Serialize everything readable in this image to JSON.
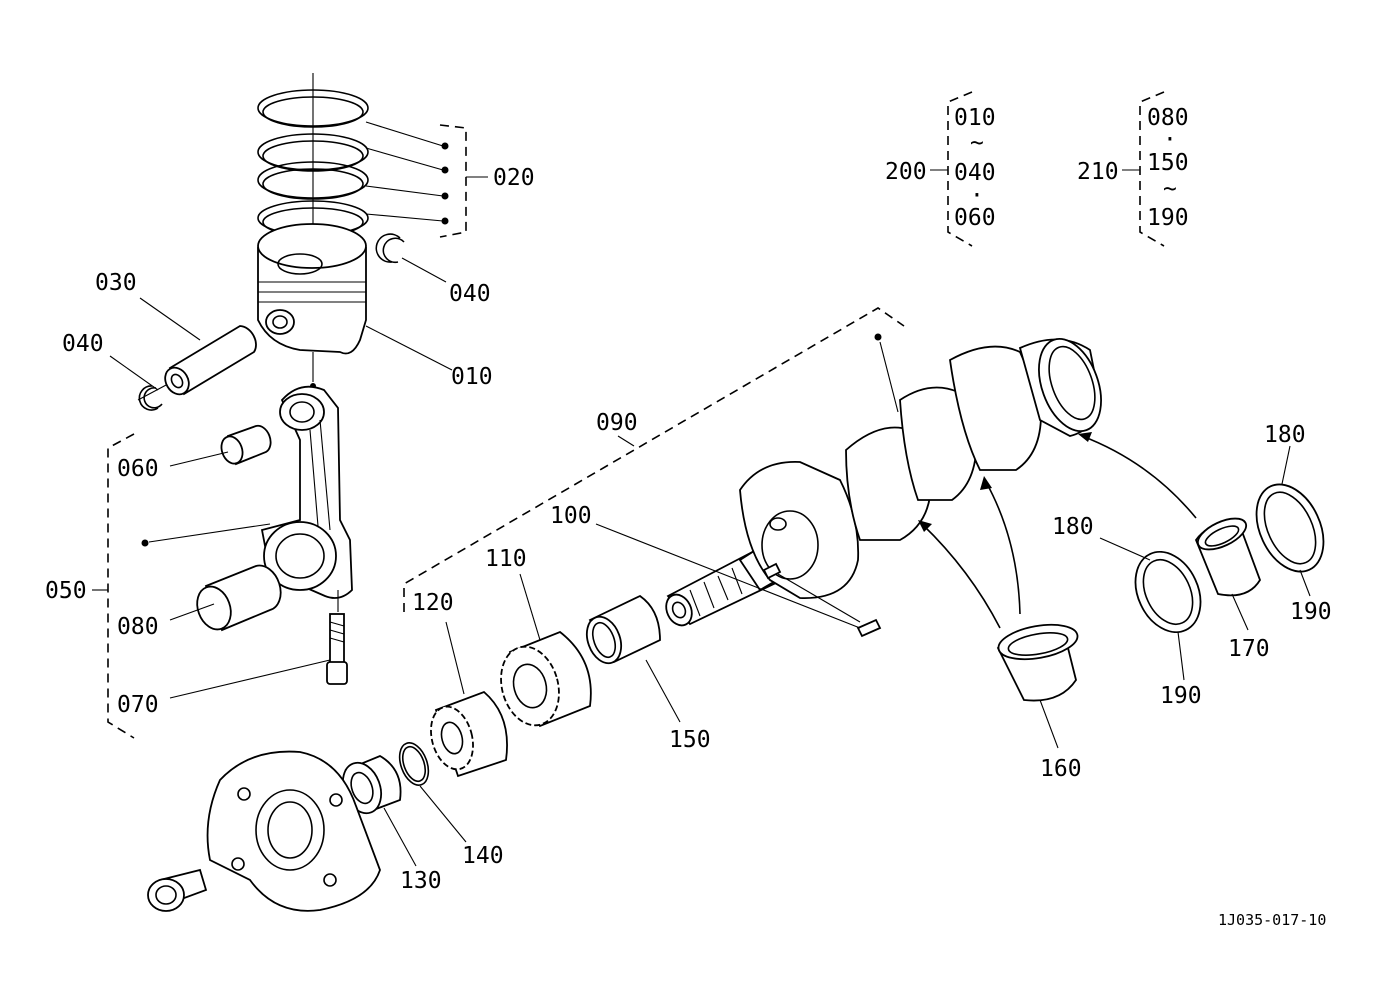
{
  "labels": {
    "l010": "010",
    "l020": "020",
    "l030": "030",
    "l040a": "040",
    "l040b": "040",
    "l050": "050",
    "l060": "060",
    "l070": "070",
    "l080": "080",
    "l090": "090",
    "l100": "100",
    "l110": "110",
    "l120": "120",
    "l130": "130",
    "l140": "140",
    "l150": "150",
    "l160": "160",
    "l170": "170",
    "l180a": "180",
    "l180b": "180",
    "l190a": "190",
    "l190b": "190"
  },
  "sets": {
    "s200": {
      "id": "200",
      "items": [
        "010",
        "040",
        "060"
      ],
      "seps": [
        "~",
        "·"
      ]
    },
    "s210": {
      "id": "210",
      "items": [
        "080",
        "150",
        "190"
      ],
      "seps": [
        "·",
        "~"
      ]
    }
  },
  "drawing_id": "1J035-017-10"
}
